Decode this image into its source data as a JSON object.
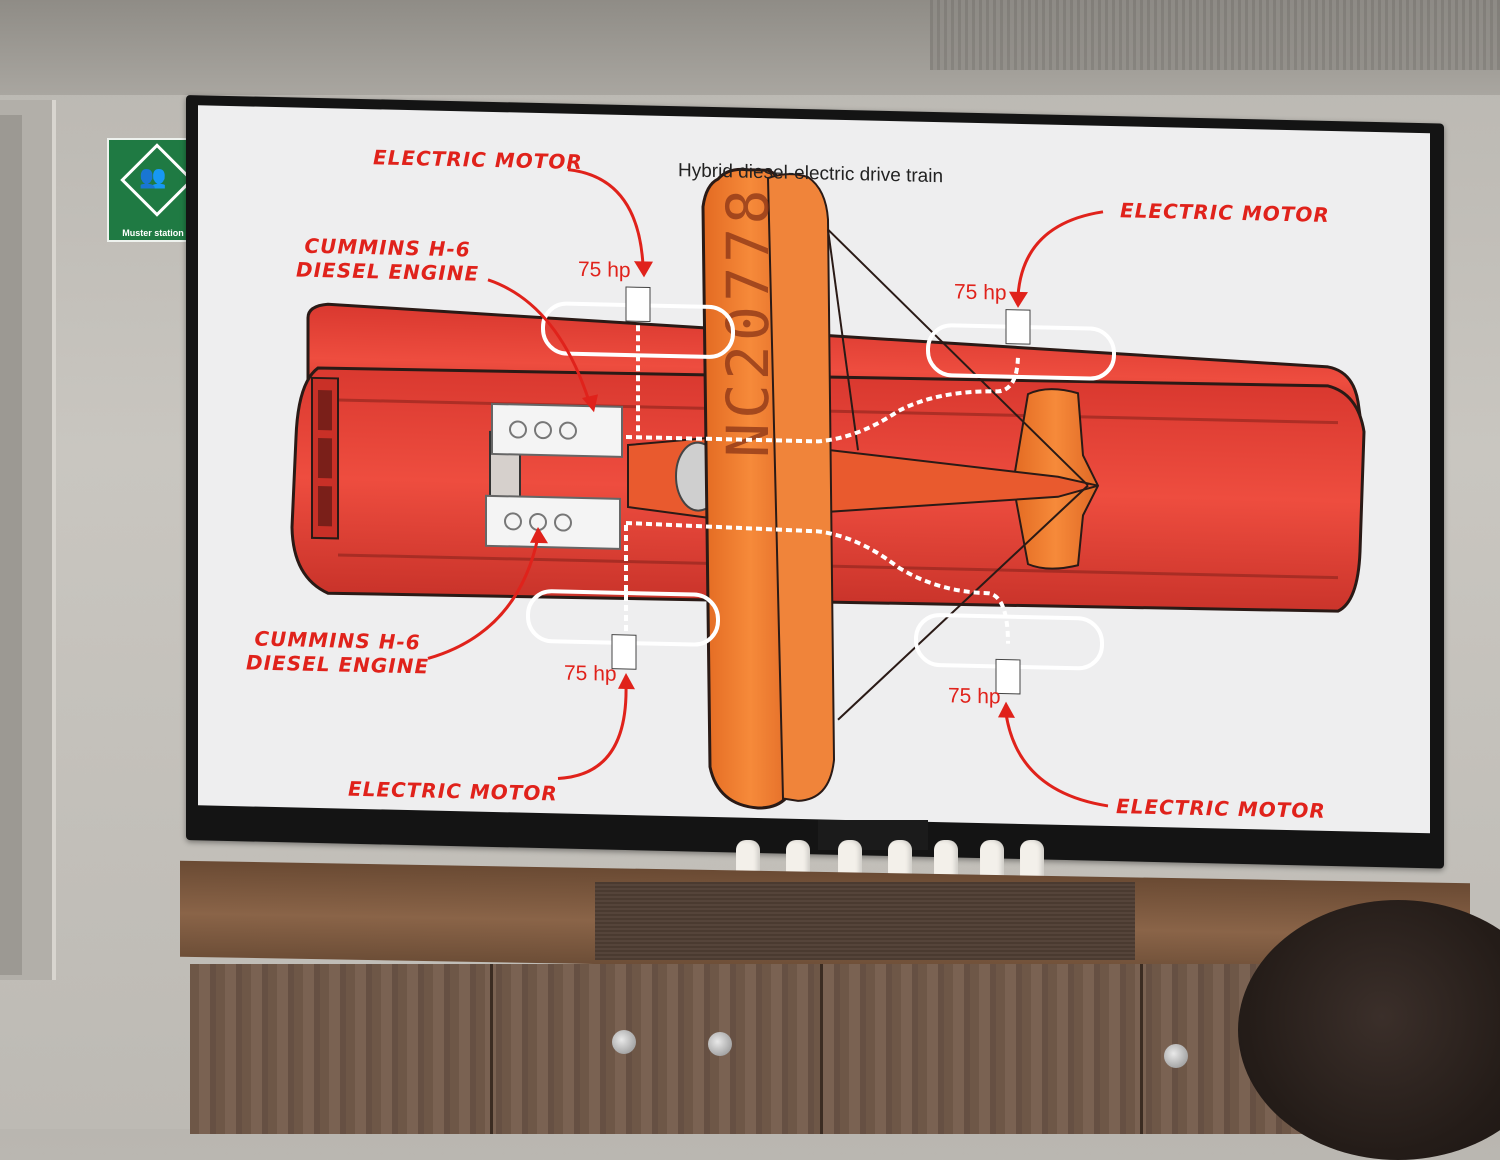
{
  "room": {
    "sign_text": "Muster station",
    "sign_icon": "group-of-people-icon"
  },
  "slide": {
    "title": "Hybrid diesel-electric drive train",
    "registration": "NC20778",
    "labels": {
      "motor_top_left": "ELECTRIC MOTOR",
      "motor_top_right": "ELECTRIC MOTOR",
      "motor_bottom_left": "ELECTRIC MOTOR",
      "motor_bottom_right": "ELECTRIC MOTOR",
      "engine_top_line1": "CUMMINS H-6",
      "engine_top_line2": "DIESEL ENGINE",
      "engine_bottom_line1": "CUMMINS H-6",
      "engine_bottom_line2": "DIESEL ENGINE"
    },
    "power": {
      "top_left": "75 hp",
      "top_right": "75 hp",
      "bottom_left": "75 hp",
      "bottom_right": "75 hp"
    },
    "colors": {
      "label_red": "#e0221b",
      "hull_red": "#e8463a",
      "wing_orange": "#f07a2c",
      "line_white": "#ffffff"
    }
  }
}
